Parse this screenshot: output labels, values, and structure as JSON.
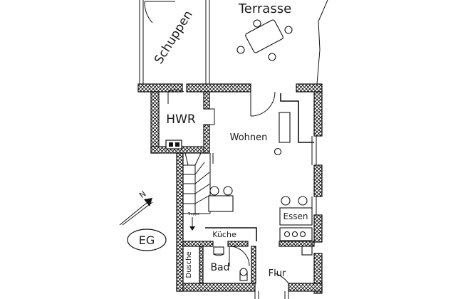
{
  "plan": {
    "floor_label": "EG",
    "north_label": "N",
    "rooms": {
      "schuppen": "Schuppen",
      "terrasse": "Terrasse",
      "hwr": "HWR",
      "wohnen": "Wohnen",
      "essen": "Essen",
      "kueche": "Küche",
      "treppe": "Treppe",
      "dusche": "Dusche",
      "bad": "Bad",
      "flur": "Flur"
    }
  }
}
